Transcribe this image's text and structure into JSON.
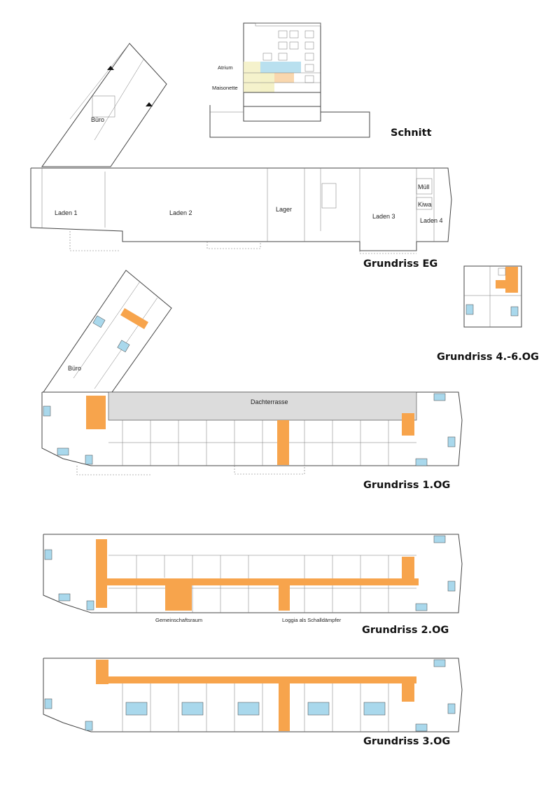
{
  "colors": {
    "circulation": "#f7a44c",
    "loggia": "#a9d8ec",
    "terrace": "#dcdcdc",
    "section_yellow": "#f4f1c7",
    "section_blue": "#b9e0ef",
    "section_orange": "#f9d7ae",
    "wall": "#444444"
  },
  "section": {
    "title": "Schnitt",
    "labels": {
      "atrium": "Atrium",
      "maisonette": "Maisonette"
    }
  },
  "eg": {
    "title": "Grundriss EG",
    "rooms": {
      "buero": "Büro",
      "laden1": "Laden 1",
      "laden2": "Laden 2",
      "lager": "Lager",
      "laden3": "Laden 3",
      "laden4": "Laden 4",
      "muell": "Müll",
      "kiwa": "Kiwa"
    }
  },
  "og46": {
    "title": "Grundriss 4.-6.OG"
  },
  "og1": {
    "title": "Grundriss 1.OG",
    "rooms": {
      "buero": "Büro",
      "dachterrasse": "Dachterrasse"
    }
  },
  "og2": {
    "title": "Grundriss 2.OG",
    "labels": {
      "gemeinschaftsraum": "Gemeinschaftsraum",
      "loggia": "Loggia als Schalldämpfer"
    }
  },
  "og3": {
    "title": "Grundriss 3.OG"
  }
}
